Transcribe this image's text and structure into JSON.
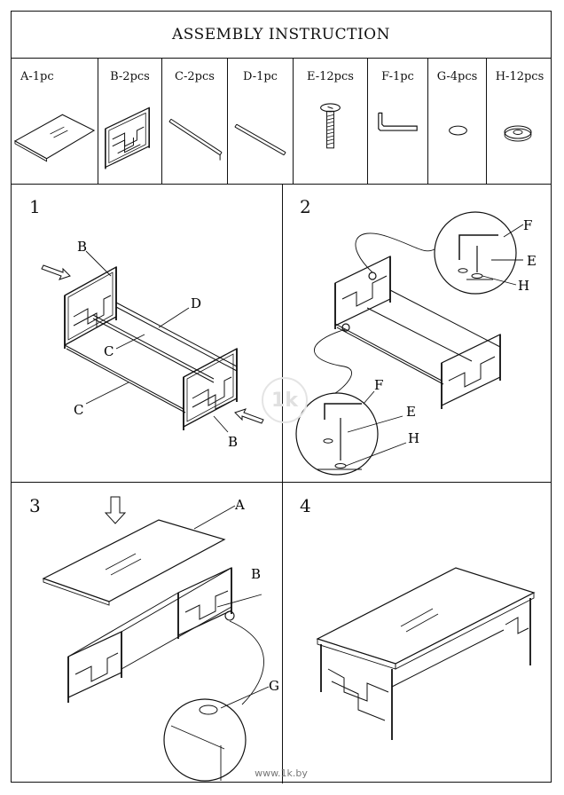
{
  "title": "ASSEMBLY INSTRUCTION",
  "parts": [
    {
      "label": "A-1pc",
      "icon": "glass-top-icon"
    },
    {
      "label": "B-2pcs",
      "icon": "side-frame-icon"
    },
    {
      "label": "C-2pcs",
      "icon": "long-rail-icon"
    },
    {
      "label": "D-1pc",
      "icon": "center-rail-icon"
    },
    {
      "label": "E-12pcs",
      "icon": "bolt-icon"
    },
    {
      "label": "F-1pc",
      "icon": "allen-key-icon"
    },
    {
      "label": "G-4pcs",
      "icon": "glass-pad-icon"
    },
    {
      "label": "H-12pcs",
      "icon": "washer-icon"
    }
  ],
  "steps": [
    {
      "number": "1",
      "callouts": {
        "b_top": "B",
        "d": "D",
        "c_inner": "C",
        "c_outer": "C",
        "b_bottom": "B"
      }
    },
    {
      "number": "2",
      "callouts": {
        "f_top": "F",
        "e_top": "E",
        "h_top": "H",
        "f_bottom": "F",
        "e_bottom": "E",
        "h_bottom": "H"
      }
    },
    {
      "number": "3",
      "callouts": {
        "a": "A",
        "b": "B",
        "g": "G"
      }
    },
    {
      "number": "4"
    }
  ],
  "footer": "www.1k.by",
  "watermark": "1k"
}
